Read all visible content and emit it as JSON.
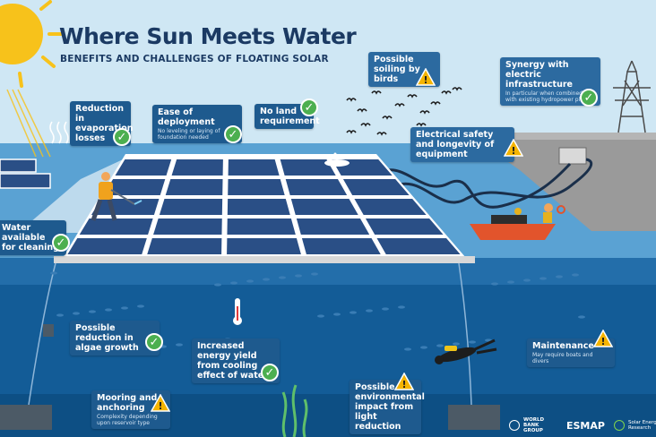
{
  "title": "Where Sun Meets Water",
  "subtitle": "BENEFITS AND CHALLENGES OF FLOATING SOLAR",
  "colors": {
    "sky": "#cfe7f4",
    "water_surface": "#4f97c9",
    "water_deep": "#0e4f86",
    "card": "#1e5a8e",
    "check": "#4caf50",
    "warning": "#f5b400",
    "panel": "#2a4f86",
    "sun": "#f7c21b"
  },
  "callouts": {
    "evaporation": {
      "heading": "Reduction in evaporation losses",
      "icon": "check-icon"
    },
    "deployment": {
      "heading": "Ease of deployment",
      "sub": "No leveling or laying of foundation needed",
      "icon": "check-icon"
    },
    "no_land": {
      "heading": "No land requirement",
      "icon": "check-icon"
    },
    "soiling": {
      "heading": "Possible soiling by birds",
      "icon": "warning-icon"
    },
    "synergy": {
      "heading": "Synergy with electric infrastructure",
      "sub": "In particular when combined with existing hydropower plants",
      "icon": "check-icon"
    },
    "electrical": {
      "heading": "Electrical safety and longevity of equipment",
      "icon": "warning-icon"
    },
    "water_cleaning": {
      "heading": "Water available for cleaning",
      "icon": "check-icon"
    },
    "algae": {
      "heading": "Possible reduction in algae growth",
      "icon": "check-icon"
    },
    "energy_yield": {
      "heading": "Increased energy yield from cooling effect of water",
      "icon": "check-icon"
    },
    "maintenance": {
      "heading": "Maintenance",
      "sub": "May require boats and divers",
      "icon": "warning-icon"
    },
    "mooring": {
      "heading": "Mooring and anchoring",
      "sub": "Complexity depending upon reservoir type",
      "icon": "warning-icon"
    },
    "environmental": {
      "heading": "Possible environmental impact from light reduction",
      "icon": "warning-icon"
    }
  },
  "logos": {
    "world_bank": "WORLD BANK GROUP",
    "esmap": "ESMAP",
    "seris": "Solar Energy Research Institute of Singapore"
  }
}
